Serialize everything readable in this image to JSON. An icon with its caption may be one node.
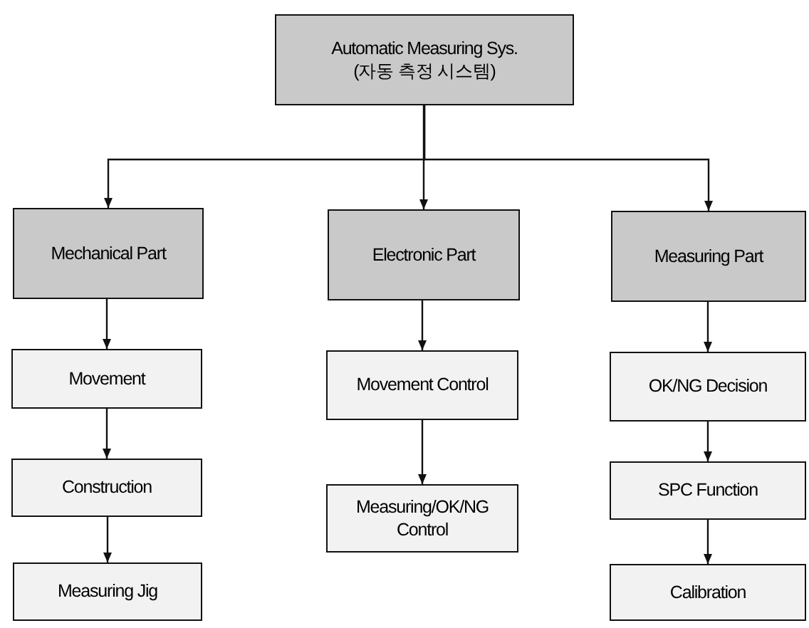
{
  "diagram": {
    "nodes": [
      {
        "text": [
          "Automatic Measuring Sys.",
          "(자동 측정 시스템)"
        ]
      },
      {
        "text": [
          "Mechanical Part"
        ]
      },
      {
        "text": [
          "Electronic Part"
        ]
      },
      {
        "text": [
          "Measuring Part"
        ]
      },
      {
        "text": [
          "Movement"
        ]
      },
      {
        "text": [
          "Construction"
        ]
      },
      {
        "text": [
          "Measuring Jig"
        ]
      },
      {
        "text": [
          "Movement Control"
        ]
      },
      {
        "text": [
          "Measuring/OK/NG Control"
        ]
      },
      {
        "text": [
          "OK/NG Decision"
        ]
      },
      {
        "text": [
          "SPC Function"
        ]
      },
      {
        "text": [
          "Calibration"
        ]
      }
    ],
    "edges": [
      {
        "from": 0,
        "to": 1,
        "arrow": "to"
      },
      {
        "from": 0,
        "to": 2,
        "arrow": "to"
      },
      {
        "from": 0,
        "to": 3,
        "arrow": "to"
      },
      {
        "from": 1,
        "to": 4,
        "arrow": "to"
      },
      {
        "from": 4,
        "to": 5,
        "arrow": "to"
      },
      {
        "from": 5,
        "to": 6,
        "arrow": "to"
      },
      {
        "from": 2,
        "to": 7,
        "arrow": "to"
      },
      {
        "from": 7,
        "to": 8,
        "arrow": "to"
      },
      {
        "from": 3,
        "to": 9,
        "arrow": "to"
      },
      {
        "from": 9,
        "to": 10,
        "arrow": "to"
      },
      {
        "from": 10,
        "to": 11,
        "arrow": "to"
      }
    ]
  }
}
